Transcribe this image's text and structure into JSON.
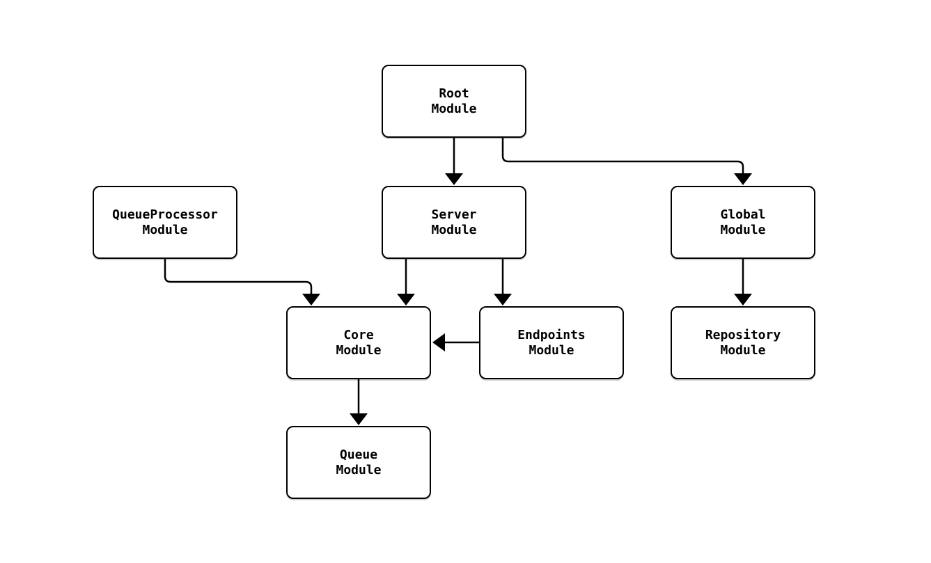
{
  "diagram": {
    "background_color": "#ffffff",
    "node_fill_color": "#ffffff",
    "node_border_color": "#000000",
    "edge_color": "#000000",
    "nodes": {
      "root": {
        "line1": "Root",
        "line2": "Module"
      },
      "queueprocessor": {
        "line1": "QueueProcessor",
        "line2": "Module"
      },
      "server": {
        "line1": "Server",
        "line2": "Module"
      },
      "global": {
        "line1": "Global",
        "line2": "Module"
      },
      "core": {
        "line1": "Core",
        "line2": "Module"
      },
      "endpoints": {
        "line1": "Endpoints",
        "line2": "Module"
      },
      "repository": {
        "line1": "Repository",
        "line2": "Module"
      },
      "queue": {
        "line1": "Queue",
        "line2": "Module"
      }
    },
    "edges": [
      {
        "from": "Root Module",
        "to": "Server Module"
      },
      {
        "from": "Root Module",
        "to": "Global Module"
      },
      {
        "from": "QueueProcessor Module",
        "to": "Core Module"
      },
      {
        "from": "Server Module",
        "to": "Core Module"
      },
      {
        "from": "Server Module",
        "to": "Endpoints Module"
      },
      {
        "from": "Global Module",
        "to": "Repository Module"
      },
      {
        "from": "Endpoints Module",
        "to": "Core Module"
      },
      {
        "from": "Core Module",
        "to": "Queue Module"
      }
    ]
  }
}
